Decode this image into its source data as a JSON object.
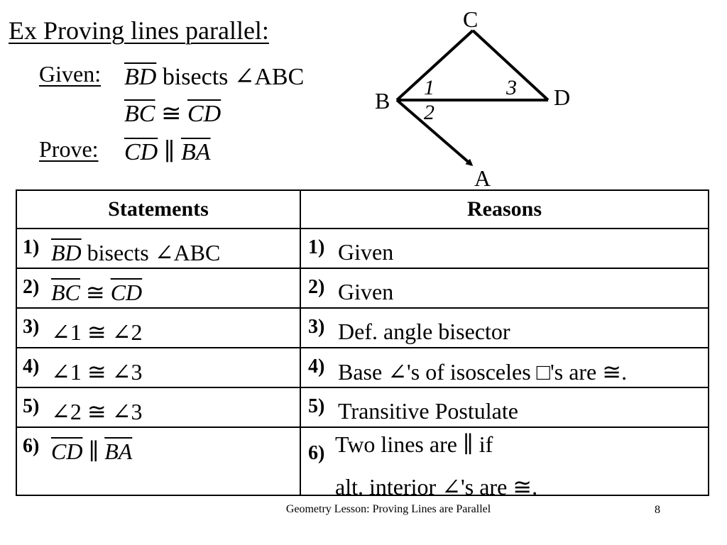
{
  "title": "Ex Proving lines parallel:",
  "given": {
    "label": "Given:",
    "line1": {
      "seg": "BD",
      "text": " bisects ∠ABC"
    },
    "line2": {
      "seg1": "BC",
      "op": " ≅ ",
      "seg2": "CD"
    }
  },
  "prove": {
    "label": "Prove:",
    "line1": {
      "seg1": "CD",
      "op": " ∥ ",
      "seg2": "BA"
    }
  },
  "figure": {
    "labels": {
      "c": "C",
      "b": "B",
      "d": "D",
      "a": "A"
    },
    "angle_labels": {
      "a1": "1",
      "a2": "2",
      "a3": "3"
    }
  },
  "table": {
    "headers": {
      "statements": "Statements",
      "reasons": "Reasons"
    },
    "rows": [
      {
        "num": "1)",
        "stmt_seg": "BD",
        "stmt_text": " bisects ∠ABC",
        "rnum": "1)",
        "reason": "Given"
      },
      {
        "num": "2)",
        "stmt_seg1": "BC",
        "stmt_op": " ≅ ",
        "stmt_seg2": "CD",
        "rnum": "2)",
        "reason": "Given"
      },
      {
        "num": "3)",
        "stmt": "∠1 ≅ ∠2",
        "rnum": "3)",
        "reason": "Def. angle bisector"
      },
      {
        "num": "4)",
        "stmt": "∠1 ≅ ∠3",
        "rnum": "4)",
        "reason": "Base ∠'s of isosceles □'s are  ≅."
      },
      {
        "num": "5)",
        "stmt": "∠2 ≅ ∠3",
        "rnum": "5)",
        "reason": "Transitive Postulate"
      },
      {
        "num": "6)",
        "stmt_seg1": "CD",
        "stmt_op": " ∥ ",
        "stmt_seg2": "BA",
        "rnum": "6)",
        "reason_line1": "Two lines are ∥ if",
        "reason_line2": "alt. interior ∠'s are  ≅."
      }
    ]
  },
  "footer": {
    "text": "Geometry Lesson: Proving Lines are Parallel",
    "page": "8"
  }
}
